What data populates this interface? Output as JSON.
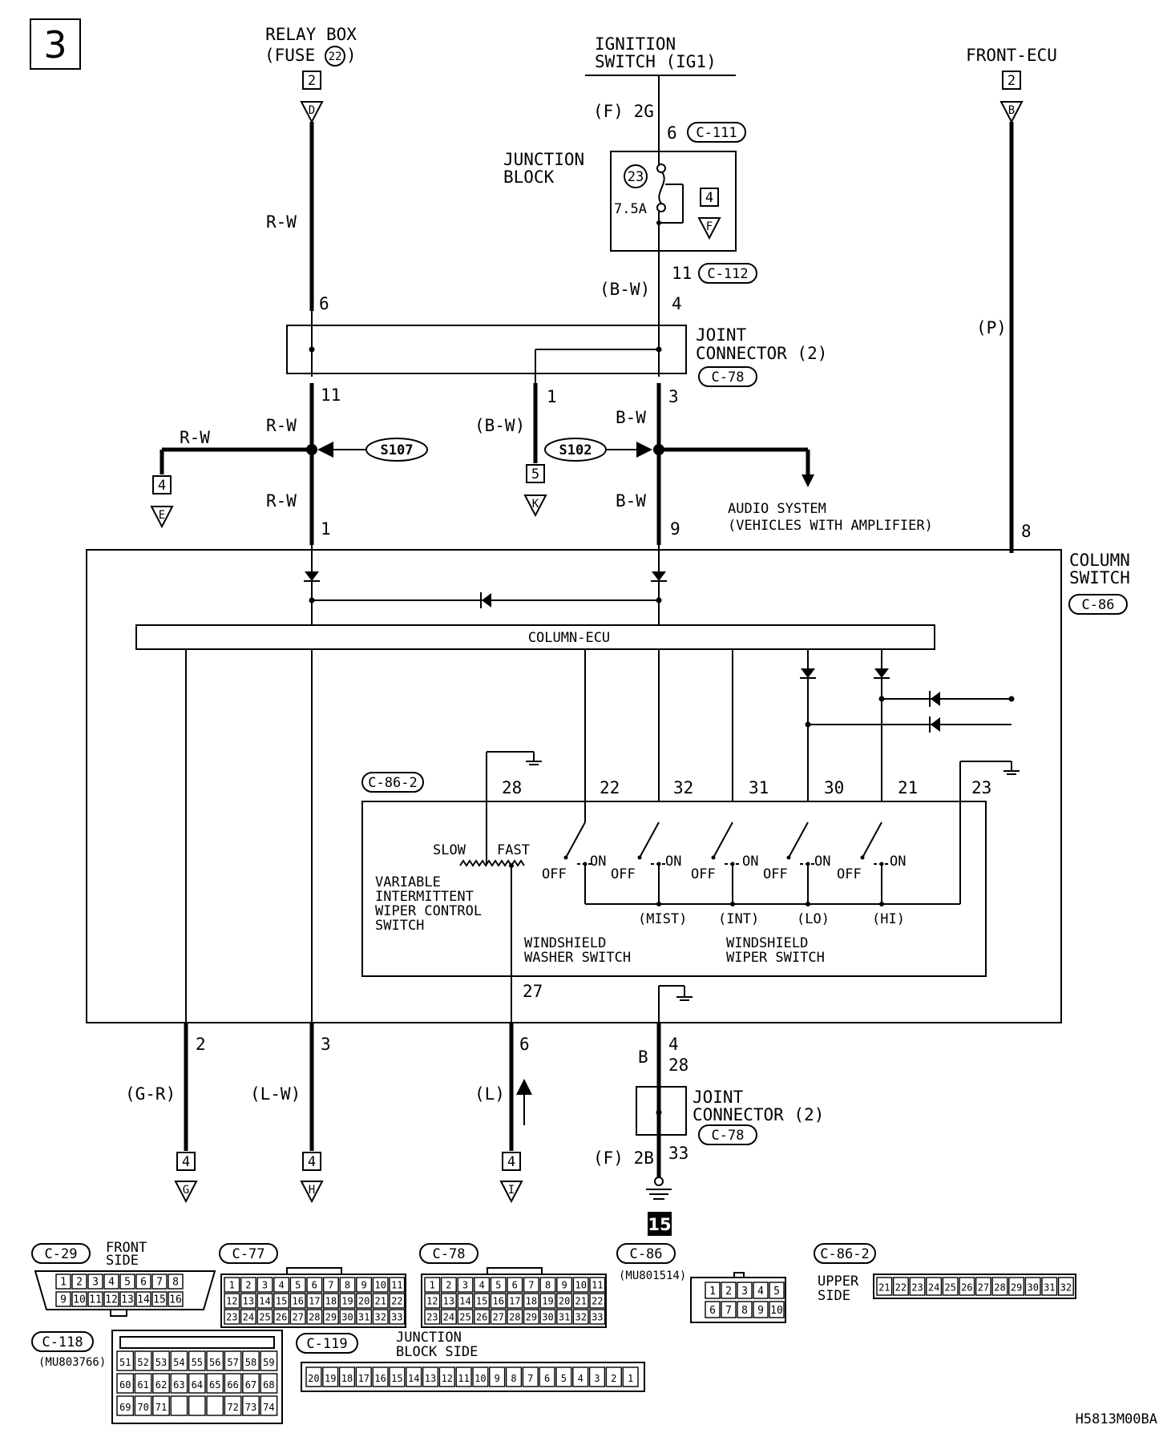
{
  "page_number": "3",
  "diagram_code": "H5813M00BA",
  "relay_box": {
    "line1": "RELAY BOX",
    "line2": "(FUSE",
    "fuse": "22",
    "line2_end": ")",
    "conn_num": "2",
    "conn_letter": "D",
    "wire": "R-W",
    "pin": "6"
  },
  "ignition": {
    "line1": "IGNITION",
    "line2": "SWITCH (IG1)",
    "wire": "(F) 2G",
    "pin_in": "6",
    "conn_in": "C-111"
  },
  "front_ecu": {
    "label": "FRONT-ECU",
    "conn_num": "2",
    "conn_letter": "B",
    "wire": "(P)",
    "pin": "8"
  },
  "junction_block": {
    "line1": "JUNCTION",
    "line2": "BLOCK",
    "fuse_num": "23",
    "rating": "7.5A",
    "conn_num": "4",
    "conn_letter": "F",
    "pin_out": "11",
    "conn_out": "C-112"
  },
  "joint_connector_top": {
    "line1": "JOINT",
    "line2": "CONNECTOR (2)",
    "conn": "C-78",
    "pin_left_in": "6",
    "pin_left_out": "11",
    "pin_mid": "1",
    "pin_right_in": "4",
    "pin_right_out": "3",
    "wire_bw_paren": "(B-W)"
  },
  "splices": {
    "s107": "S107",
    "s102": "S102"
  },
  "left_branch": {
    "wire": "R-W",
    "conn_num": "4",
    "conn_letter": "E"
  },
  "mid_branch": {
    "wire": "(B-W)",
    "conn_num": "5",
    "conn_letter": "K"
  },
  "wires": {
    "rw": "R-W",
    "bw": "B-W"
  },
  "audio": {
    "line1": "AUDIO SYSTEM",
    "line2": "(VEHICLES WITH AMPLIFIER)"
  },
  "column_switch": {
    "line1": "COLUMN",
    "line2": "SWITCH",
    "conn": "C-86",
    "pin_rw": "1",
    "pin_bw": "9"
  },
  "column_ecu": "COLUMN-ECU",
  "sub_connector": {
    "conn": "C-86-2",
    "pins": [
      "28",
      "22",
      "32",
      "31",
      "30",
      "21",
      "23"
    ]
  },
  "switch_labels": {
    "slow": "SLOW",
    "fast": "FAST",
    "off": "OFF",
    "on": "ON",
    "mist": "(MIST)",
    "int": "(INT)",
    "lo": "(LO)",
    "hi": "(HI)"
  },
  "variable_switch": [
    "VARIABLE",
    "INTERMITTENT",
    "WIPER CONTROL",
    "SWITCH"
  ],
  "washer_switch": [
    "WINDSHIELD",
    "WASHER SWITCH"
  ],
  "wiper_switch": [
    "WINDSHIELD",
    "WIPER SWITCH"
  ],
  "pin_27": "27",
  "outputs": [
    {
      "pin": "2",
      "wire": "(G-R)",
      "conn_num": "4",
      "conn_letter": "G"
    },
    {
      "pin": "3",
      "wire": "(L-W)",
      "conn_num": "4",
      "conn_letter": "H"
    },
    {
      "pin": "6",
      "wire": "(L)",
      "conn_num": "4",
      "conn_letter": "I"
    }
  ],
  "ground_branch": {
    "pin": "4",
    "wire": "B",
    "joint_pin_in": "28",
    "joint_line1": "JOINT",
    "joint_line2": "CONNECTOR (2)",
    "joint_conn": "C-78",
    "wire_out": "(F) 2B",
    "pin_out": "33",
    "ground_num": "15"
  },
  "connectors": {
    "c29": {
      "label": "C-29",
      "side1": "FRONT",
      "side2": "SIDE",
      "row1": [
        "1",
        "2",
        "3",
        "4",
        "5",
        "6",
        "7",
        "8"
      ],
      "row2": [
        "9",
        "10",
        "11",
        "12",
        "13",
        "14",
        "15",
        "16"
      ]
    },
    "c77": {
      "label": "C-77",
      "rows": [
        [
          "1",
          "2",
          "3",
          "4",
          "5",
          "6",
          "7",
          "8",
          "9",
          "10",
          "11"
        ],
        [
          "12",
          "13",
          "14",
          "15",
          "16",
          "17",
          "18",
          "19",
          "20",
          "21",
          "22"
        ],
        [
          "23",
          "24",
          "25",
          "26",
          "27",
          "28",
          "29",
          "30",
          "31",
          "32",
          "33"
        ]
      ]
    },
    "c78": {
      "label": "C-78",
      "rows": [
        [
          "1",
          "2",
          "3",
          "4",
          "5",
          "6",
          "7",
          "8",
          "9",
          "10",
          "11"
        ],
        [
          "12",
          "13",
          "14",
          "15",
          "16",
          "17",
          "18",
          "19",
          "20",
          "21",
          "22"
        ],
        [
          "23",
          "24",
          "25",
          "26",
          "27",
          "28",
          "29",
          "30",
          "31",
          "32",
          "33"
        ]
      ]
    },
    "c86": {
      "label": "C-86",
      "part": "(MU801514)",
      "row1": [
        "1",
        "2",
        "3",
        "4",
        "5"
      ],
      "row2": [
        "6",
        "7",
        "8",
        "9",
        "10"
      ]
    },
    "c86_2": {
      "label": "C-86-2",
      "side1": "UPPER",
      "side2": "SIDE",
      "row": [
        "21",
        "22",
        "23",
        "24",
        "25",
        "26",
        "27",
        "28",
        "29",
        "30",
        "31",
        "32"
      ]
    },
    "c118": {
      "label": "C-118",
      "part": "(MU803766)",
      "row1": [
        "51",
        "52",
        "53",
        "54",
        "55",
        "56",
        "57",
        "58",
        "59"
      ],
      "row2": [
        "60",
        "61",
        "62",
        "63",
        "64",
        "65",
        "66",
        "67",
        "68"
      ],
      "row3": [
        "69",
        "70",
        "71",
        "",
        "",
        "",
        "72",
        "73",
        "74"
      ]
    },
    "c119": {
      "label": "C-119",
      "side1": "JUNCTION",
      "side2": "BLOCK SIDE",
      "row": [
        "20",
        "19",
        "18",
        "17",
        "16",
        "15",
        "14",
        "13",
        "12",
        "11",
        "10",
        "9",
        "8",
        "7",
        "6",
        "5",
        "4",
        "3",
        "2",
        "1"
      ]
    }
  }
}
